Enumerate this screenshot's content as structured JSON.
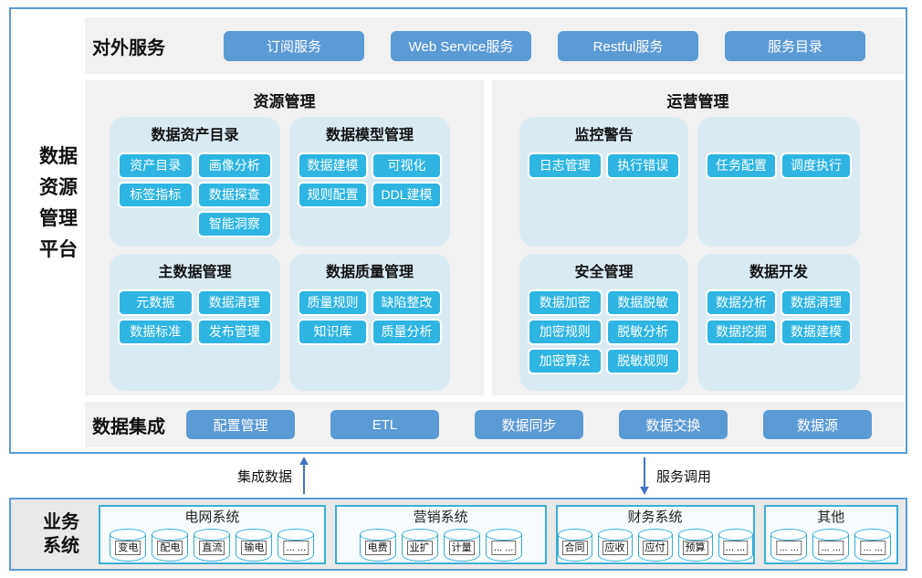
{
  "colors": {
    "service_button_bg": "#5b9bd5",
    "module_button_bg": "#2fb5e2",
    "card_bg": "#d9eaf2",
    "band_bg": "#f1f1f1",
    "outer_border": "#5b9bd5",
    "subbox_border": "#3fadd5",
    "subbox_bg": "#f8fcfe",
    "cylinder_border": "#35abd6",
    "arrow_color": "#4472c4",
    "business_box_bg": "#e9e9e9"
  },
  "platform": {
    "label_lines": [
      "数据",
      "资源",
      "管理",
      "平台"
    ],
    "external_services": {
      "label": "对外服务",
      "buttons": [
        "订阅服务",
        "Web Service服务",
        "Restful服务",
        "服务目录"
      ]
    },
    "resource_management": {
      "title": "资源管理",
      "cards": [
        {
          "title": "数据资产目录",
          "buttons": [
            "资产目录",
            "画像分析",
            "标签指标",
            "数据探查",
            "智能洞察"
          ]
        },
        {
          "title": "数据模型管理",
          "buttons": [
            "数据建模",
            "可视化",
            "规则配置",
            "DDL建模"
          ]
        },
        {
          "title": "主数据管理",
          "buttons": [
            "元数据",
            "数据清理",
            "数据标准",
            "发布管理"
          ]
        },
        {
          "title": "数据质量管理",
          "buttons": [
            "质量规则",
            "缺陷整改",
            "知识库",
            "质量分析"
          ]
        }
      ]
    },
    "operation_management": {
      "title": "运营管理",
      "cards": [
        {
          "title": "监控警告",
          "buttons": [
            "日志管理",
            "执行错误"
          ]
        },
        {
          "title": "",
          "buttons": [
            "任务配置",
            "调度执行"
          ]
        },
        {
          "title": "安全管理",
          "buttons": [
            "数据加密",
            "数据脱敏",
            "加密规则",
            "脱敏分析",
            "加密算法",
            "脱敏规则"
          ]
        },
        {
          "title": "数据开发",
          "buttons": [
            "数据分析",
            "数据清理",
            "数据挖掘",
            "数据建模"
          ]
        }
      ]
    },
    "data_integration": {
      "label": "数据集成",
      "buttons": [
        "配置管理",
        "ETL",
        "数据同步",
        "数据交换",
        "数据源"
      ]
    }
  },
  "flows": {
    "integrate_label": "集成数据",
    "call_label": "服务调用"
  },
  "business": {
    "label_lines": [
      "业务",
      "系统"
    ],
    "systems": [
      {
        "title": "电网系统",
        "items": [
          "变电",
          "配电",
          "直流",
          "输电",
          "... ..."
        ]
      },
      {
        "title": "营销系统",
        "items": [
          "电费",
          "业扩",
          "计量",
          "... ..."
        ]
      },
      {
        "title": "财务系统",
        "items": [
          "合同",
          "应收",
          "应付",
          "预算",
          "... ..."
        ]
      },
      {
        "title": "其他",
        "items": [
          "... ...",
          "... ...",
          "... ..."
        ]
      }
    ]
  }
}
